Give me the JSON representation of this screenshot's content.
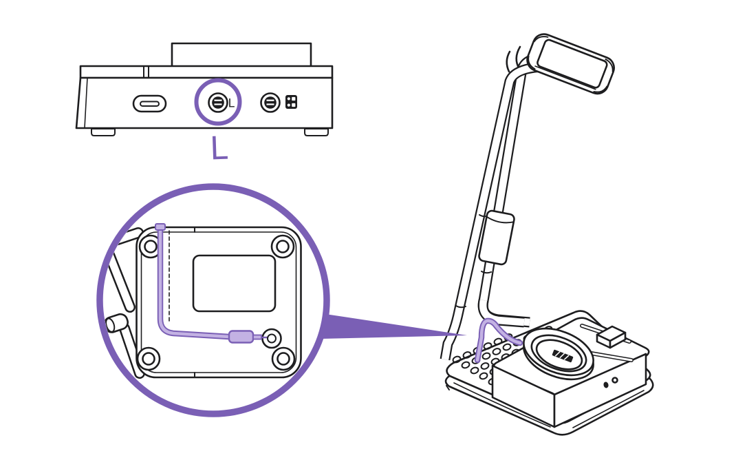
{
  "illustration": {
    "alt": "Line-art setup diagram: rear panel of a device with a circled 3.5mm jack marked L, a zoom-in circle showing the cable routed on the underside of a lamp-stand base and plugged into its socket, and the desk lamp stand with perforated base on the right."
  },
  "colors": {
    "background": "#ffffff",
    "ink": "#1d1d1f",
    "accent": "#7a5fb5",
    "accent_light": "#c3b2e3"
  },
  "labels": {
    "port_l_engraving": "L",
    "port_l_callout": "L"
  },
  "icons": [
    "usb-c-port-icon",
    "jack-l-port-icon",
    "jack-pedal-port-icon",
    "pad-grid-icon",
    "highlight-circle-icon",
    "callout-circle-icon",
    "leader-wedge-icon",
    "cable-plug-icon"
  ]
}
